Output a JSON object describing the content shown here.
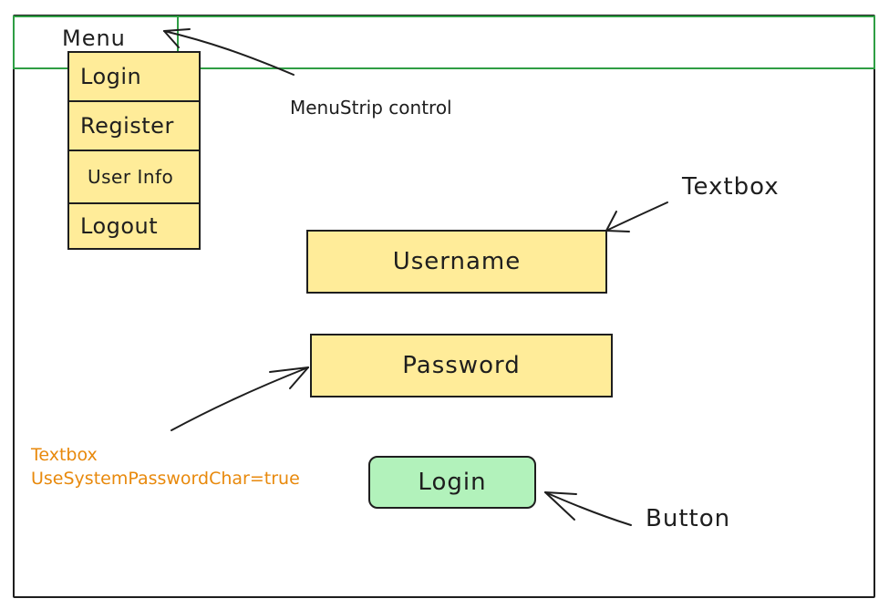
{
  "menu": {
    "title": "Menu",
    "items": [
      {
        "label": "Login"
      },
      {
        "label": "Register"
      },
      {
        "label": "User Info"
      },
      {
        "label": "Logout"
      }
    ]
  },
  "textboxes": {
    "username": "Username",
    "password": "Password"
  },
  "button": {
    "label": "Login"
  },
  "annotations": {
    "menustrip": "MenuStrip control",
    "textbox": "Textbox",
    "button": "Button",
    "password_note": {
      "line1": "Textbox",
      "line2": "UseSystemPasswordChar=true"
    }
  },
  "colors": {
    "stroke": "#1e1e1e",
    "menustrip_border": "#2f9e44",
    "yellow_fill": "#ffec99",
    "green_fill": "#b2f2bb",
    "note_text": "#e8890c"
  }
}
